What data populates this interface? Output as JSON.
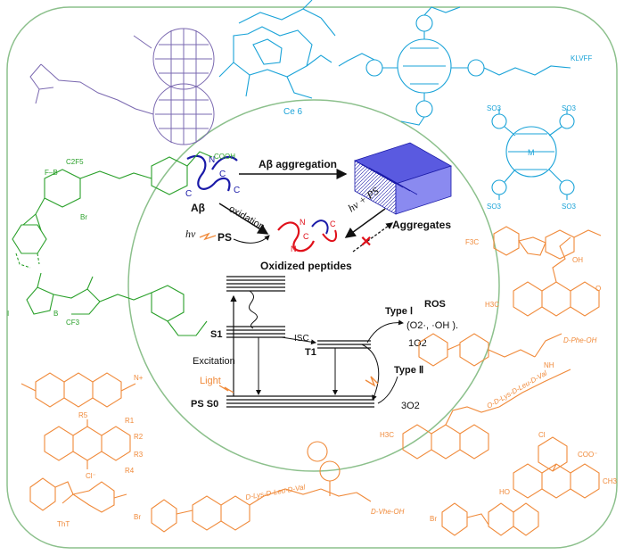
{
  "center": {
    "ab_label": "Aβ",
    "ab_aggregation": "Aβ aggregation",
    "aggregates": "Aggregates",
    "oxidation": "oxidation",
    "hv_ps_label": "hν + PS",
    "hv": "hν",
    "ps": "PS",
    "oxidized_peptides": "Oxidized peptides",
    "peptide_letters": {
      "n": "N",
      "c": "C"
    },
    "energy": {
      "s1": "S1",
      "t1": "T1",
      "isc": "ISC",
      "excitation": "Excitation",
      "light": "Light",
      "ps_s0": "PS  S0",
      "type1": "Type Ⅰ",
      "type2": "Type Ⅱ",
      "ros": "ROS",
      "ros_species": "(O2·, ·OH ).",
      "singlet_o2": "1O2",
      "triplet_o2": "3O2"
    }
  },
  "molecules": {
    "ce6": "Ce 6",
    "klvff": "KLVFF",
    "tht": "ThT",
    "cl_minus": "Cl⁻",
    "so3_1": "SO3",
    "so3_2": "SO3",
    "so3_3": "SO3",
    "so3_4": "SO3",
    "metal": "M",
    "c2f5": "C2F5",
    "f_b": "F–B",
    "br": "Br",
    "cooh": "COOH",
    "bf_cf3": "B",
    "cf3_bodipy": "CF3",
    "f3c": "F3C",
    "oh": "OH",
    "h3c": "H3C",
    "ch3": "CH3",
    "o": "O",
    "nh": "NH",
    "d_phe_oh": "D-Phe-OH",
    "peptide_chain1": "D-Lys-D-Leu-D-Val",
    "peptide_chain2": "O-D-Lys-D-Leu-D-Val",
    "d_vhe_oh": "D-Vhe-OH",
    "coo_minus": "COO⁻",
    "anthraquinone_r": [
      "R5",
      "R1",
      "R2",
      "R3",
      "R4"
    ],
    "cl": "Cl",
    "i": "I",
    "ho": "HO",
    "n_plus": "N+"
  },
  "colors": {
    "blue": "#1a1aa8",
    "red": "#e0101a",
    "purple": "#7a68b0",
    "cyan": "#1aa3d8",
    "green": "#2aa02a",
    "orange": "#f08a3a",
    "frame": "#8cc08c"
  }
}
